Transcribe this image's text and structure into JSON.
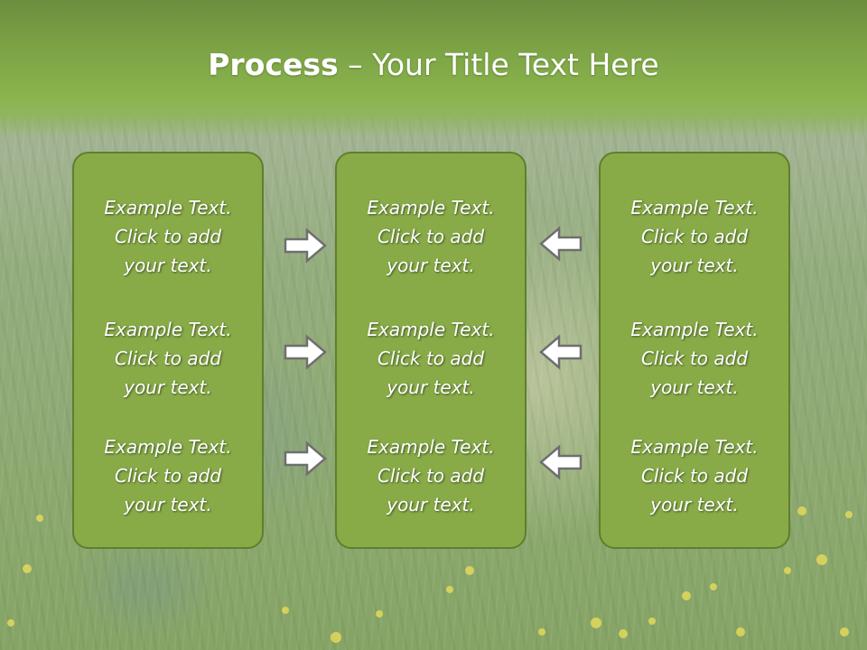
{
  "title": {
    "bold": "Process",
    "rest": " – Your Title Text Here"
  },
  "columns": [
    {
      "items": [
        {
          "line1": "Example Text.",
          "line2": "Click  to add",
          "line3": "your text."
        },
        {
          "line1": "Example Text.",
          "line2": "Click  to add",
          "line3": "your text."
        },
        {
          "line1": "Example Text.",
          "line2": "Click  to add",
          "line3": "your text."
        }
      ]
    },
    {
      "items": [
        {
          "line1": "Example Text.",
          "line2": "Click  to add",
          "line3": "your text."
        },
        {
          "line1": "Example Text.",
          "line2": "Click  to add",
          "line3": "your text."
        },
        {
          "line1": "Example Text.",
          "line2": "Click  to add",
          "line3": "your text."
        }
      ]
    },
    {
      "items": [
        {
          "line1": "Example Text.",
          "line2": "Click  to add",
          "line3": "your text."
        },
        {
          "line1": "Example Text.",
          "line2": "Click  to add",
          "line3": "your text."
        },
        {
          "line1": "Example Text.",
          "line2": "Click  to add",
          "line3": "your text."
        }
      ]
    }
  ],
  "arrows": {
    "left_group": "arrow-right-icon",
    "right_group": "arrow-left-icon"
  },
  "colors": {
    "panel_fill": "#88ab48",
    "panel_border": "#5f7f2d",
    "title_bar": "#7ea546",
    "text": "#ffffff"
  }
}
